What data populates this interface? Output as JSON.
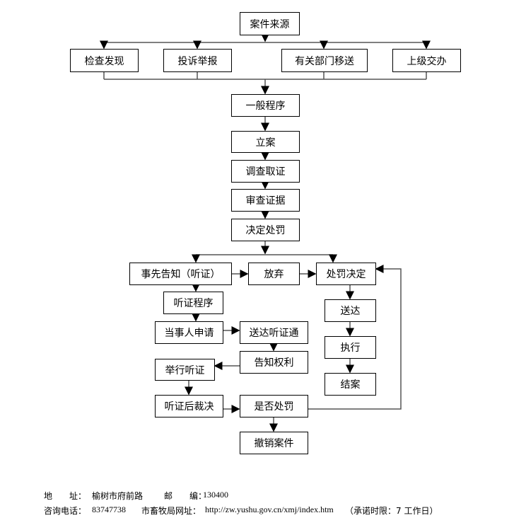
{
  "nodes": {
    "source": "案件来源",
    "inspect": "检查发现",
    "complaint": "投诉举报",
    "transfer": "有关部门移送",
    "superior": "上级交办",
    "general": "一般程序",
    "file": "立案",
    "investigate": "调查取证",
    "review": "审查证据",
    "decide": "决定处罚",
    "notice": "事先告知（听证）",
    "waive": "放弃",
    "penalty_decision": "处罚决定",
    "hearing_proc": "听证程序",
    "apply": "当事人申请",
    "send_notice": "送达听证通",
    "inform_rights": "告知权利",
    "hold_hearing": "举行听证",
    "ruling": "听证后裁决",
    "whether": "是否处罚",
    "revoke": "撤销案件",
    "deliver": "送达",
    "execute": "执行",
    "close": "结案"
  },
  "footer": {
    "address_label": "地　　址：",
    "address": "榆树市府前路",
    "zip_label": "邮　　编：",
    "zip": "130400",
    "phone_label": "咨询电话：",
    "phone": "83747738",
    "site_label": "市畜牧局网址：",
    "site": "http://zw.yushu.gov.cn/xmj/index.htm",
    "limit": "（承诺时限：7 工作日）"
  }
}
